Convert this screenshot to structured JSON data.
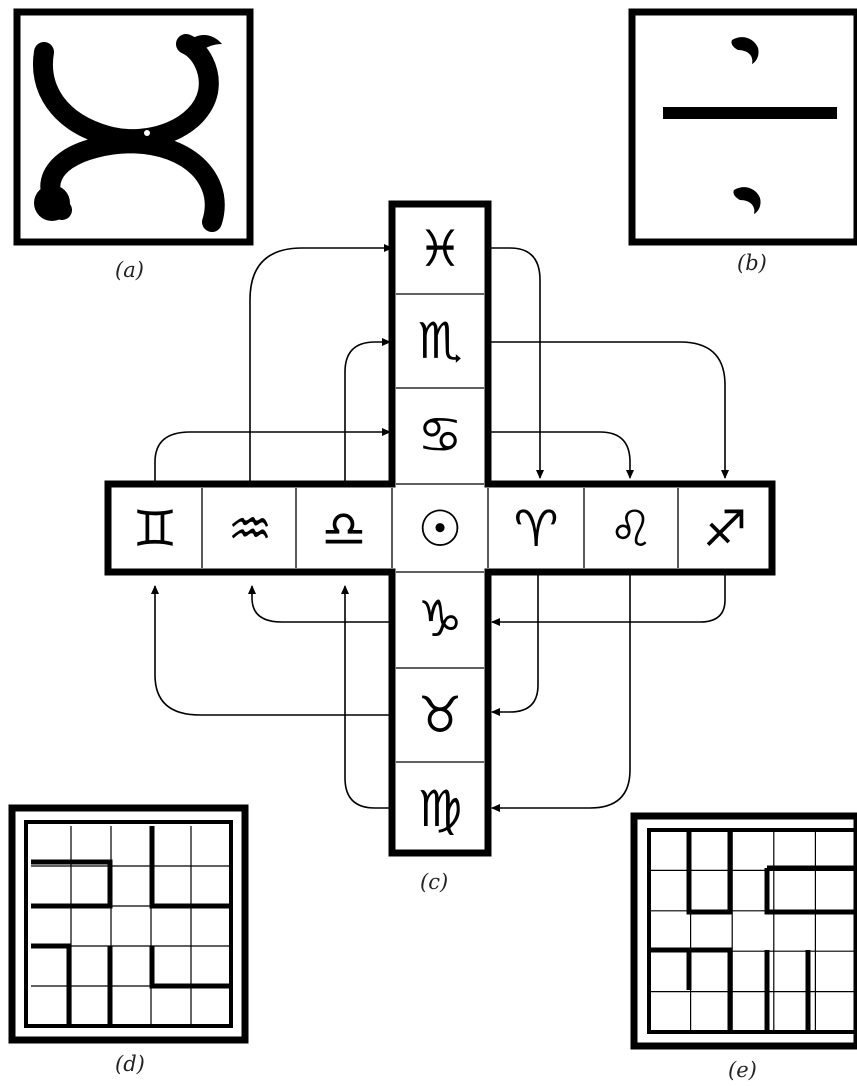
{
  "captions": {
    "a": "(a)",
    "b": "(b)",
    "c": "(c)",
    "d": "(d)",
    "e": "(e)"
  },
  "cross": {
    "vertical_signs": [
      "♓",
      "♏",
      "♋",
      "☉",
      "♑",
      "♉",
      "♍"
    ],
    "horizontal_signs": [
      "♊",
      "♒",
      "♎",
      "☉",
      "♈",
      "♌",
      "♐"
    ]
  },
  "colors": {
    "ink": "#000000",
    "paper": "#ffffff",
    "caption": "#222222"
  }
}
